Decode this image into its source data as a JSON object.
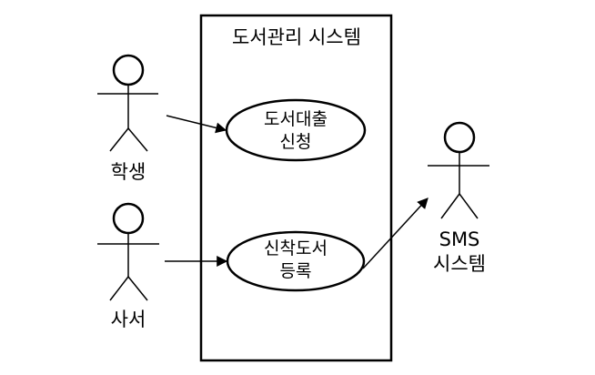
{
  "system": {
    "title": "도서관리 시스템"
  },
  "actors": {
    "student": {
      "label": "학생"
    },
    "librarian": {
      "label": "사서"
    },
    "sms": {
      "label_line1": "SMS",
      "label_line2": "시스템"
    }
  },
  "use_cases": {
    "loan_request": {
      "line1": "도서대출",
      "line2": "신청"
    },
    "new_book_registration": {
      "line1": "신착도서",
      "line2": "등록"
    }
  },
  "relations": [
    {
      "from": "학생",
      "to": "도서대출 신청"
    },
    {
      "from": "사서",
      "to": "신착도서 등록"
    },
    {
      "from": "신착도서 등록",
      "to": "SMS 시스템"
    }
  ]
}
